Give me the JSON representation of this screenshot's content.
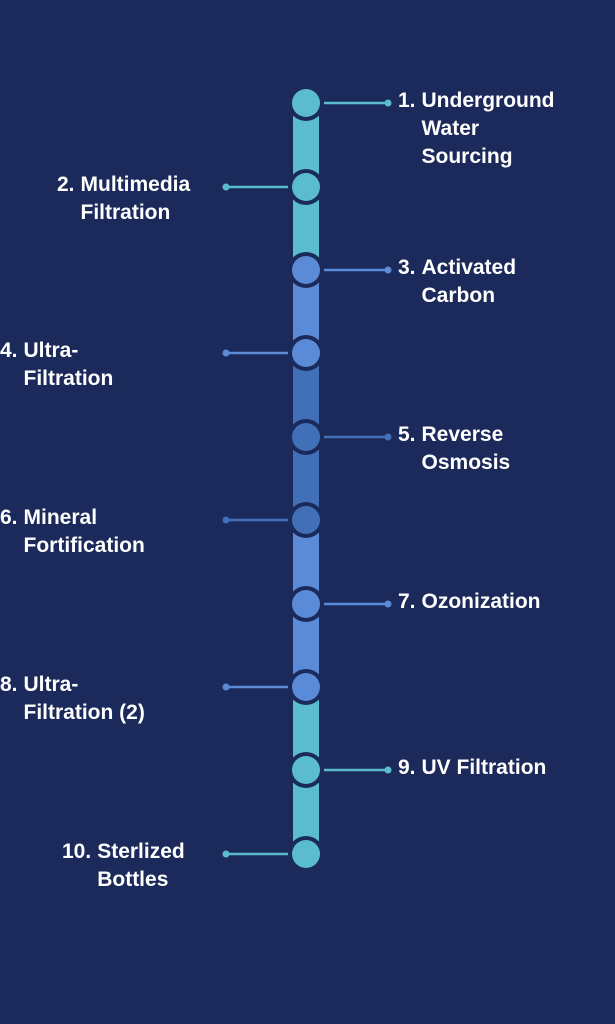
{
  "title": "Water Purification Process",
  "colors": {
    "background": "#1b2a5a",
    "cyan": "#5bbcd0",
    "blue": "#5b8ad6",
    "dark_blue": "#4270b8",
    "text": "#ffffff"
  },
  "steps": [
    {
      "number": "1.",
      "lines": [
        "Underground",
        "Water",
        "Sourcing"
      ],
      "side": "right",
      "color": "cyan"
    },
    {
      "number": "2.",
      "lines": [
        "Multimedia",
        "Filtration"
      ],
      "side": "left",
      "color": "cyan"
    },
    {
      "number": "3.",
      "lines": [
        "Activated",
        "Carbon"
      ],
      "side": "right",
      "color": "blue"
    },
    {
      "number": "4.",
      "lines": [
        "Ultra-",
        "Filtration"
      ],
      "side": "left",
      "color": "blue"
    },
    {
      "number": "5.",
      "lines": [
        "Reverse",
        "Osmosis"
      ],
      "side": "right",
      "color": "dark_blue"
    },
    {
      "number": "6.",
      "lines": [
        "Mineral",
        "Fortification"
      ],
      "side": "left",
      "color": "dark_blue"
    },
    {
      "number": "7.",
      "lines": [
        "Ozonization"
      ],
      "side": "right",
      "color": "blue"
    },
    {
      "number": "8.",
      "lines": [
        "Ultra-",
        "Filtration (2)"
      ],
      "side": "left",
      "color": "blue"
    },
    {
      "number": "9.",
      "lines": [
        "UV Filtration"
      ],
      "side": "right",
      "color": "cyan"
    },
    {
      "number": "10.",
      "lines": [
        "Sterlized",
        "Bottles"
      ],
      "side": "left",
      "color": "cyan"
    }
  ]
}
